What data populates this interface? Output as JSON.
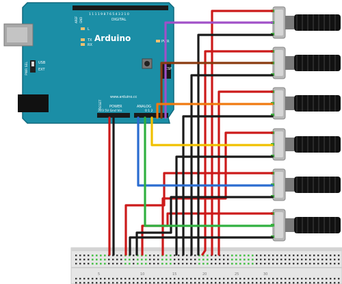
{
  "board": {
    "name": "Arduino",
    "url": "www.arduino.cc",
    "label_digital": "DIGITAL",
    "label_power": "POWER",
    "label_analog": "ANALOG",
    "label_reset": "RESET",
    "label_icsp": "ICSP",
    "label_pwr": "PWR",
    "label_tx": "TX",
    "label_rx": "RX",
    "label_l": "L",
    "label_usb": "USB",
    "label_ext": "EXT",
    "label_pwr_sel": "PWR SEL",
    "label_aref": "AREF",
    "label_gnd": "GND",
    "power_pins": "3V3 5V Gnd Vin",
    "analog_pins": "0 1 2",
    "digital_top": "1 1 1 1 9 8  7 6 5 4 3 2 1 0",
    "digital_sub": "3 2 1 0",
    "pwm": "PWM"
  },
  "breadboard": {
    "col_numbers": [
      "5",
      "10",
      "15",
      "20",
      "25",
      "30"
    ]
  },
  "potentiometers": {
    "count": 6
  },
  "colors": {
    "board": "#1b8ea6",
    "board_edge": "#10697d",
    "pot_body": "#b8b8b8",
    "pot_knob": "#111111",
    "breadboard": "#e6e6e6",
    "wire_red": "#cc1a1a",
    "wire_black": "#1a1a1a",
    "wire_purple": "#a050c8",
    "wire_brown": "#8a3a10",
    "wire_orange": "#f07a10",
    "wire_yellow": "#f0c000",
    "wire_blue": "#2a6cd0",
    "wire_green": "#30b040"
  }
}
